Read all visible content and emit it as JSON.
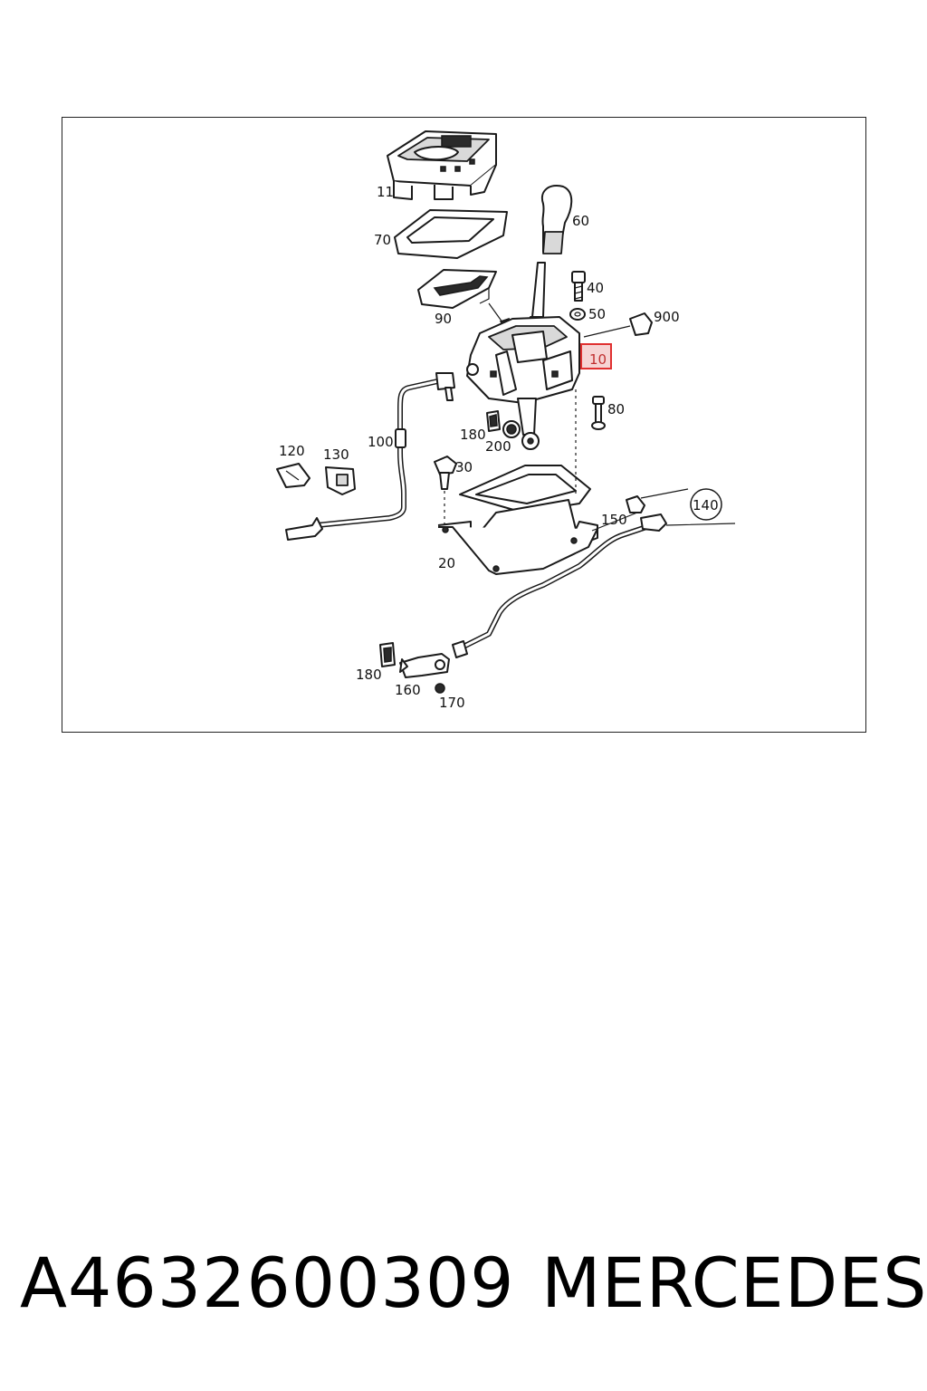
{
  "diagram": {
    "callouts": {
      "c11": "11",
      "c70": "70",
      "c90": "90",
      "c60": "60",
      "c40": "40",
      "c50": "50",
      "c900": "900",
      "c10": "10",
      "c80": "80",
      "c180a": "180",
      "c200": "200",
      "c100": "100",
      "c120": "120",
      "c130": "130",
      "c30": "30",
      "c140": "140",
      "c150": "150",
      "c20": "20",
      "c180b": "180",
      "c160": "160",
      "c170": "170"
    },
    "highlight_color": "#e03030"
  },
  "caption": {
    "part_number": "A4632600309",
    "brand": "MERCEDES"
  }
}
